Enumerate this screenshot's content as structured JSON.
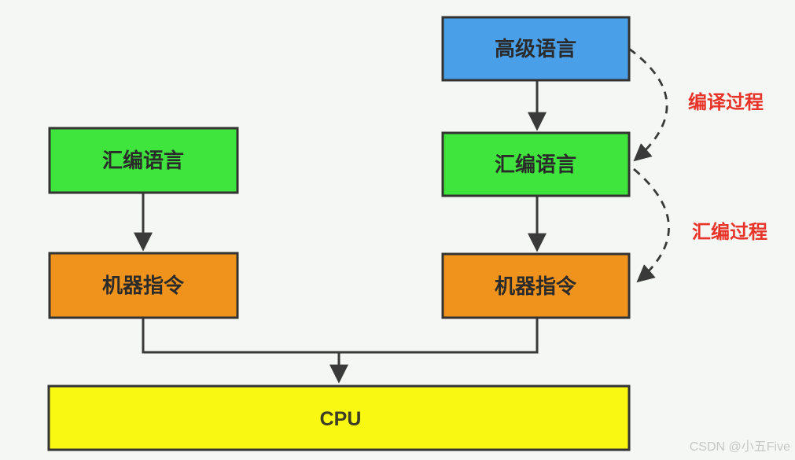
{
  "diagram": {
    "nodes": {
      "high_level": {
        "label": "高级语言",
        "color": "#49a0e8"
      },
      "asm_left": {
        "label": "汇编语言",
        "color": "#3fe43c"
      },
      "asm_right": {
        "label": "汇编语言",
        "color": "#3fe43c"
      },
      "machine_left": {
        "label": "机器指令",
        "color": "#f0931c"
      },
      "machine_right": {
        "label": "机器指令",
        "color": "#f0931c"
      },
      "cpu": {
        "label": "CPU",
        "color": "#f8f813"
      }
    },
    "process_labels": {
      "compile": {
        "label": "编译过程",
        "color": "#e83428"
      },
      "assemble": {
        "label": "汇编过程",
        "color": "#e83428"
      }
    },
    "watermark": "CSDN @小五Five",
    "colors": {
      "background": "#f4f7f3",
      "box_border": "#333333",
      "arrow": "#3a3a3a",
      "watermark_gray": "#c5c9c5"
    }
  }
}
